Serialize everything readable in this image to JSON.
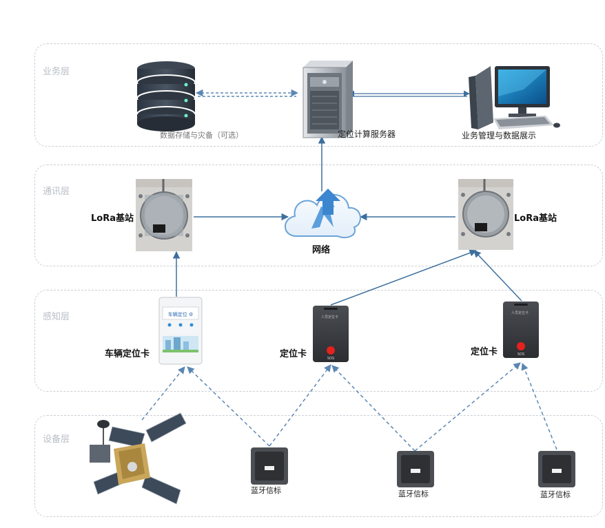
{
  "layers": {
    "business": "业务层",
    "communication": "通讯层",
    "perception": "感知层",
    "device": "设备层"
  },
  "nodes": {
    "storage": "数据存储与灾备（可选）",
    "server": "定位计算服务器",
    "client": "业务管理与数据展示",
    "gateway_left": "LoRa基站",
    "gateway_right": "LoRa基站",
    "network": "网络",
    "vehicle_card": "车辆定位卡",
    "card_mid": "定位卡",
    "card_right": "定位卡",
    "beacon_1": "蓝牙信标",
    "beacon_2": "蓝牙信标",
    "beacon_3": "蓝牙信标"
  },
  "device_text": {
    "vehicle_card_screen": "车辆定位 ⚙",
    "card_header": "人员定位卡",
    "card_button": "SOS"
  },
  "colors": {
    "solid_arrow": "#3d6f9e",
    "dashed_arrow": "#5b86b2",
    "layer_border": "#c9ced6"
  }
}
